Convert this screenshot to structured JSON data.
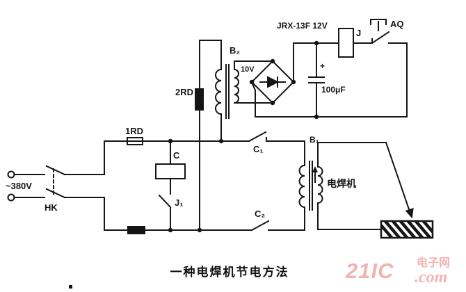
{
  "diagram": {
    "caption": "一种电焊机节电方法",
    "labels": {
      "supply_voltage": "~380V",
      "main_switch": "HK",
      "fuse_1": "1RD",
      "fuse_2": "2RD",
      "contactor_coil": "C",
      "relay_contact_j1": "J₁",
      "aux_transformer": "B₂",
      "secondary_voltage": "10V",
      "relay_model": "JRX-13F 12V",
      "relay_coil": "J",
      "start_button": "AQ",
      "cap_polarity": "+",
      "capacitance": "100μF",
      "contactor_contact_c1": "C₁",
      "contactor_contact_c2": "C₂",
      "main_transformer": "B₁",
      "welder_label": "电焊机"
    },
    "watermark": {
      "brand": "21IC",
      "site": "电子网",
      "suffix": ".com",
      "color": "#f2b3b3"
    },
    "line_color": "#151515"
  }
}
